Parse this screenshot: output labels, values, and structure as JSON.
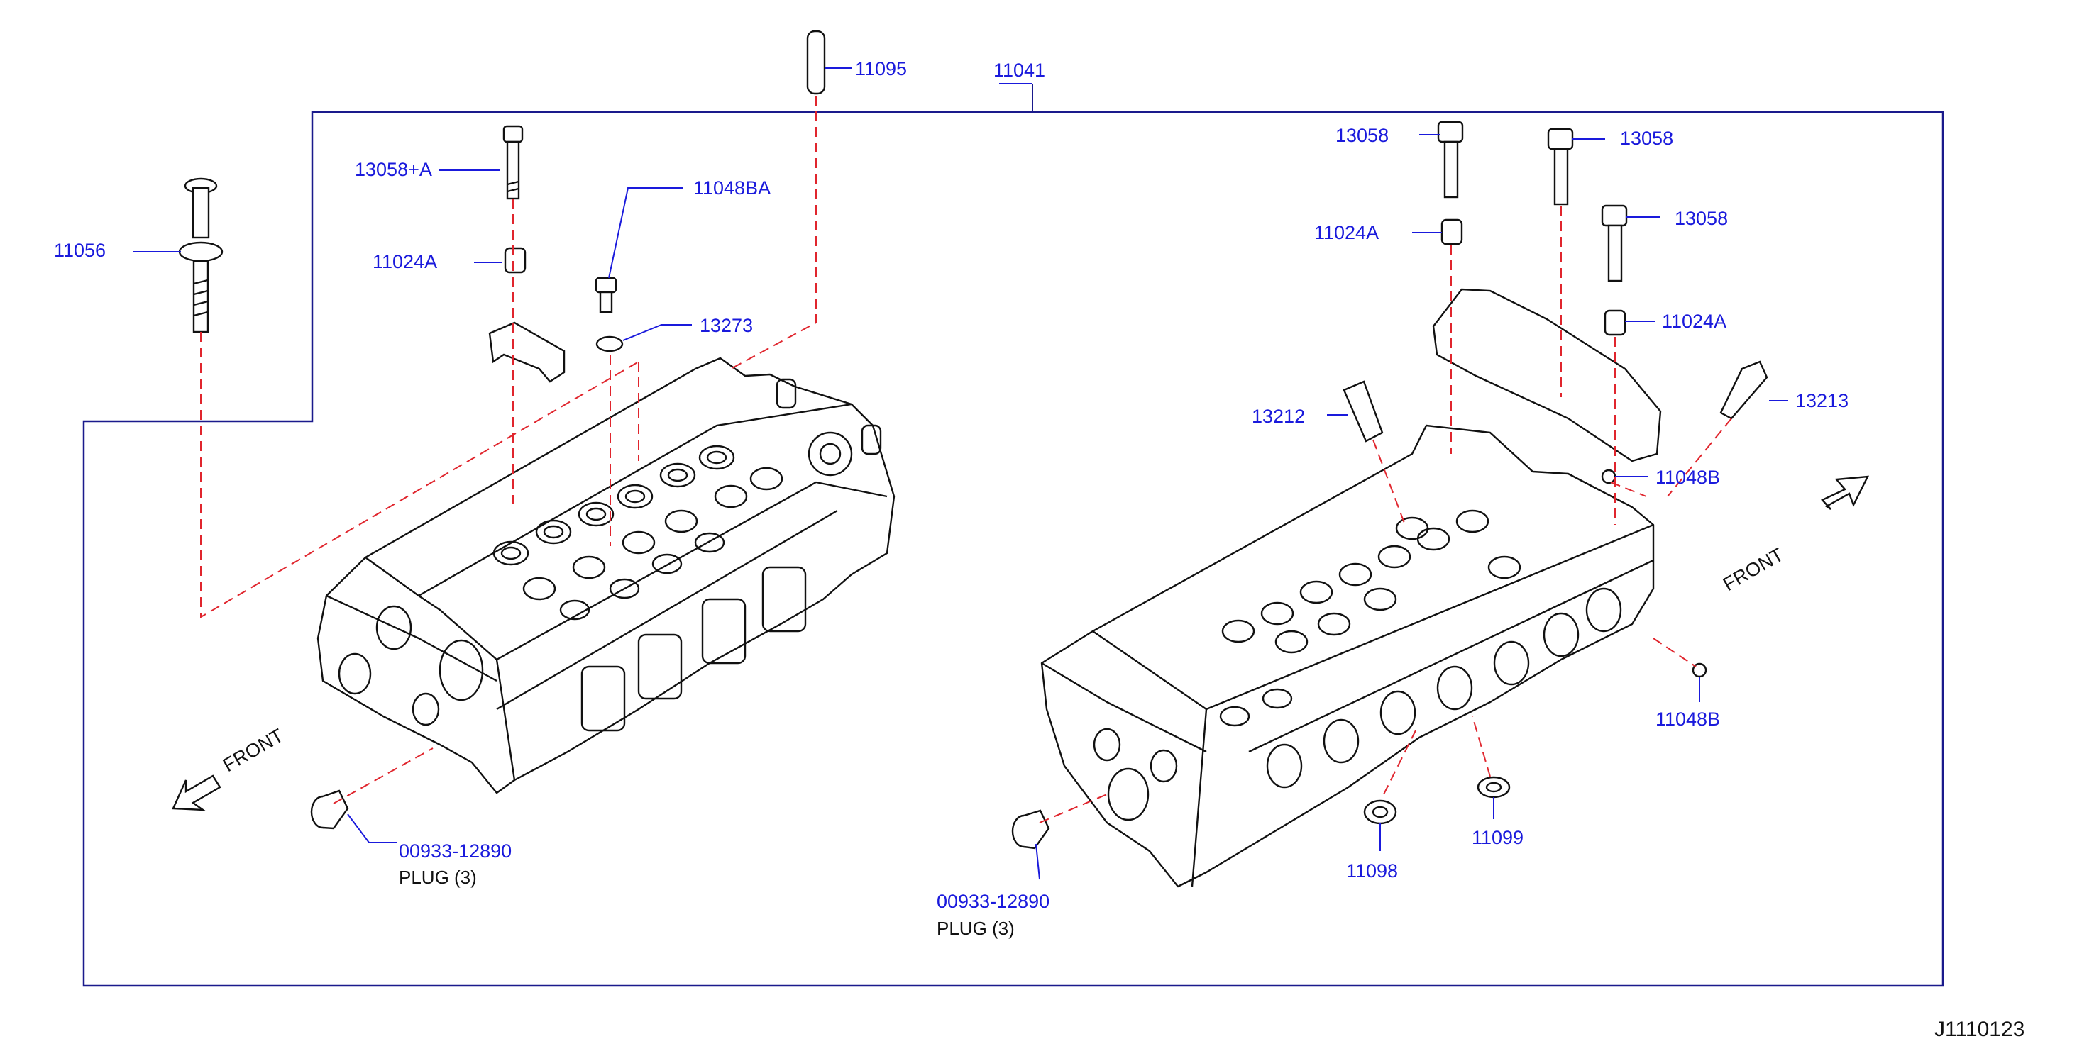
{
  "diagram": {
    "labels": {
      "p11095": "11095",
      "p11041": "11041",
      "p11056": "11056",
      "p13058a_left": "13058+A",
      "p11024a_left": "11024A",
      "p11048ba": "11048BA",
      "p13273": "13273",
      "p13058_r1": "13058",
      "p13058_r2": "13058",
      "p13058_r3": "13058",
      "p11024a_r1": "11024A",
      "p11024a_r2": "11024A",
      "p13212": "13212",
      "p13213": "13213",
      "p11048b_top": "11048B",
      "p11048b_bottom": "11048B",
      "p00933_left": "00933-12890",
      "p00933_right": "00933-12890",
      "p11098": "11098",
      "p11099": "11099"
    },
    "plug_left": "PLUG   (3)",
    "plug_right": "PLUG   (3)",
    "front_left": "FRONT",
    "front_right": "FRONT",
    "code": "J1110123",
    "colors": {
      "label": "#1a1adc",
      "leader": "#1a1adc",
      "dashed": "#e0252d",
      "frame": "#1a1a8c",
      "line": "#111111"
    }
  }
}
